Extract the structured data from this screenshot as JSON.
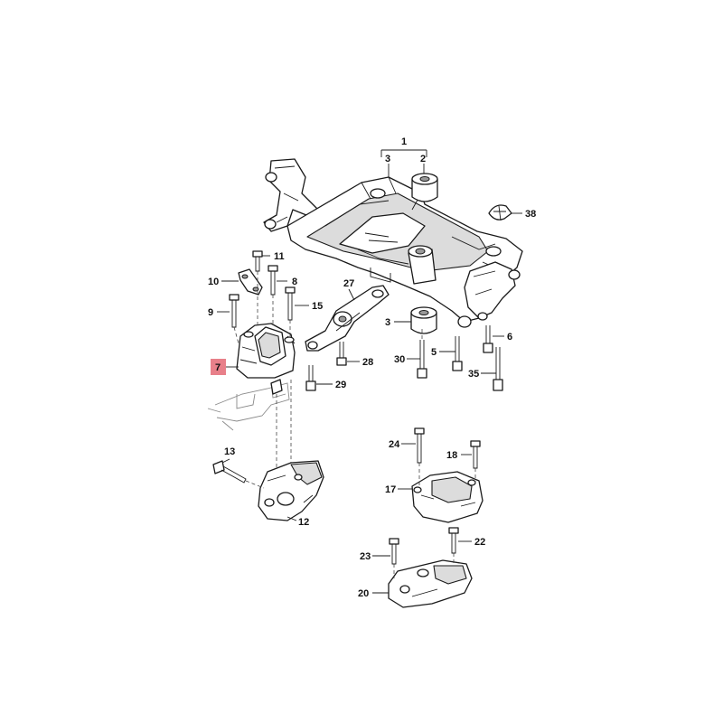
{
  "highlight_color": "#e8808a",
  "highlighted_callout": "7",
  "callouts": [
    {
      "id": "c1",
      "text": "1"
    },
    {
      "id": "c2",
      "text": "2"
    },
    {
      "id": "c3a",
      "text": "3"
    },
    {
      "id": "c3b",
      "text": "3"
    },
    {
      "id": "c5",
      "text": "5"
    },
    {
      "id": "c6",
      "text": "6"
    },
    {
      "id": "c7",
      "text": "7"
    },
    {
      "id": "c8",
      "text": "8"
    },
    {
      "id": "c9",
      "text": "9"
    },
    {
      "id": "c10",
      "text": "10"
    },
    {
      "id": "c11",
      "text": "11"
    },
    {
      "id": "c12",
      "text": "12"
    },
    {
      "id": "c13",
      "text": "13"
    },
    {
      "id": "c15",
      "text": "15"
    },
    {
      "id": "c17",
      "text": "17"
    },
    {
      "id": "c18",
      "text": "18"
    },
    {
      "id": "c20",
      "text": "20"
    },
    {
      "id": "c22",
      "text": "22"
    },
    {
      "id": "c23",
      "text": "23"
    },
    {
      "id": "c24",
      "text": "24"
    },
    {
      "id": "c27",
      "text": "27"
    },
    {
      "id": "c28",
      "text": "28"
    },
    {
      "id": "c29",
      "text": "29"
    },
    {
      "id": "c30",
      "text": "30"
    },
    {
      "id": "c35",
      "text": "35"
    },
    {
      "id": "c38",
      "text": "38"
    }
  ]
}
